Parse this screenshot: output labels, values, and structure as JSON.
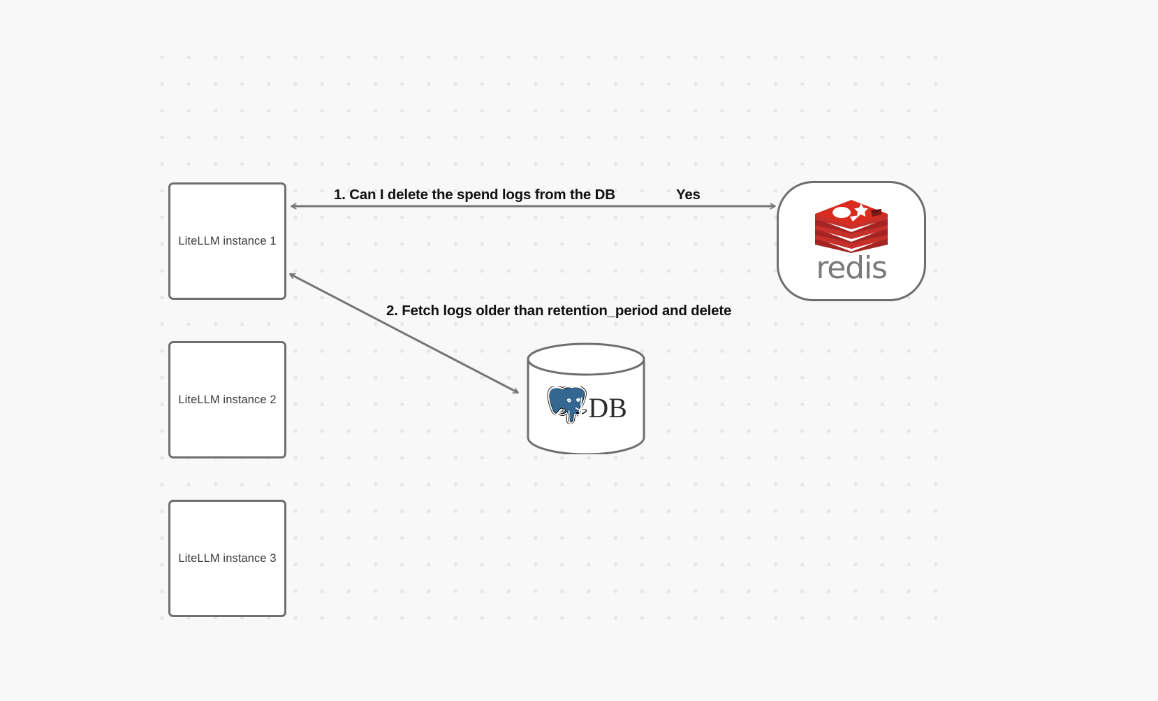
{
  "canvas": {
    "background_color": "#f8f8f8",
    "dot_color": "#e6e6e6"
  },
  "diagram": {
    "type": "flow-diagram",
    "title_visible": false,
    "nodes": [
      {
        "id": "litellm-1",
        "label": "LiteLLM instance 1",
        "shape": "rounded-rectangle"
      },
      {
        "id": "litellm-2",
        "label": "LiteLLM instance 2",
        "shape": "rounded-rectangle"
      },
      {
        "id": "litellm-3",
        "label": "LiteLLM instance 3",
        "shape": "rounded-rectangle"
      },
      {
        "id": "redis",
        "label": "redis",
        "shape": "pill",
        "icon": "redis-stack-icon",
        "accent_color": "#c6302b",
        "wordmark_color": "#7a7a7a"
      },
      {
        "id": "db",
        "label": "DB",
        "shape": "cylinder",
        "icon": "postgresql-elephant-icon",
        "accent_color": "#336791"
      }
    ],
    "edges": [
      {
        "id": "edge-1",
        "from": "redis",
        "to": "litellm-1",
        "direction": "bidirectional",
        "label": "1.  Can I delete the spend logs from the DB",
        "secondary_label": "Yes",
        "color": "#757575"
      },
      {
        "id": "edge-2",
        "from": "litellm-1",
        "to": "db",
        "direction": "bidirectional",
        "label": "2.  Fetch logs older than retention_period and delete",
        "color": "#757575"
      }
    ]
  }
}
